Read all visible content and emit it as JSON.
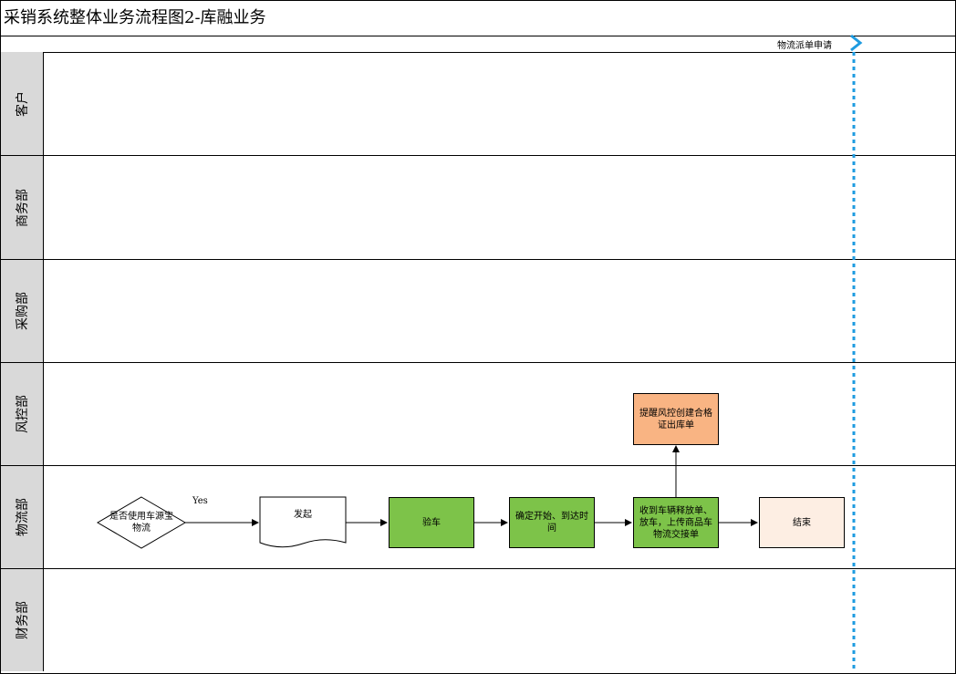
{
  "title": "采销系统整体业务流程图2-库融业务",
  "phase": {
    "label": "物流派单申请"
  },
  "lanes": [
    {
      "label": "客户"
    },
    {
      "label": "商务部"
    },
    {
      "label": "采购部"
    },
    {
      "label": "风控部"
    },
    {
      "label": "物流部"
    },
    {
      "label": "财务部"
    }
  ],
  "nodes": {
    "decision": "是否使用车源宝物流",
    "yes_label": "Yes",
    "initiate": "发起",
    "inspect": "验车",
    "confirm_time": "确定开始、到达时间",
    "receive_release": "收到车辆释放单、放车，上传商品车物流交接单",
    "remind_risk": "提醒风控创建合格证出库单",
    "end": "结束"
  },
  "colors": {
    "process_green": "#7dc349",
    "process_orange": "#f9b483",
    "end_peach": "#fdeee3",
    "lane_header": "#d9d9d9",
    "phase_line": "#1e9be0"
  }
}
